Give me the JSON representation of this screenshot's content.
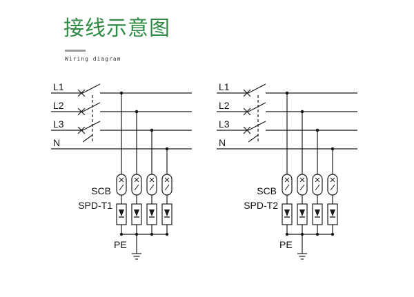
{
  "header": {
    "title": "接线示意图",
    "subtitle": "Wiring diagram",
    "title_color": "#2f8a46"
  },
  "diagrams": [
    {
      "lines": [
        "L1",
        "L2",
        "L3",
        "N"
      ],
      "device_label_1": "SCB",
      "device_label_2": "SPD-T1",
      "ground_label": "PE"
    },
    {
      "lines": [
        "L1",
        "L2",
        "L3",
        "N"
      ],
      "device_label_1": "SCB",
      "device_label_2": "SPD-T2",
      "ground_label": "PE"
    }
  ],
  "colors": {
    "wire": "#1a1a1a"
  }
}
